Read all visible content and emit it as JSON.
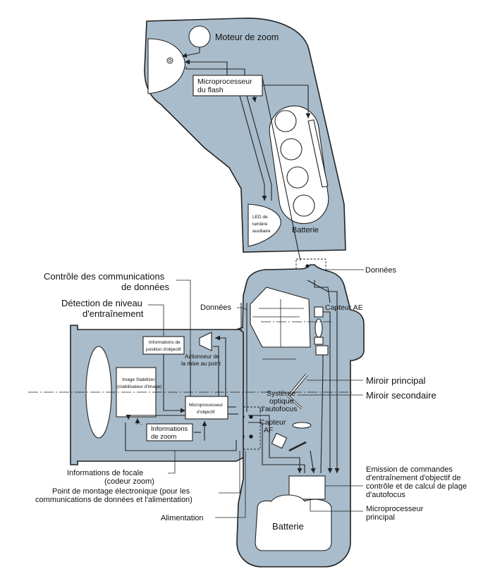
{
  "flash": {
    "zoom_motor": "Moteur de zoom",
    "flash_cpu_line1": "Microprocesseur",
    "flash_cpu_line2": "du flash",
    "led_line1": "LED de",
    "led_line2": "lumière",
    "led_line3": "auxiliaire",
    "battery": "Batterie"
  },
  "lens": {
    "image_stabilizer_line1": "Image Stabilizer",
    "image_stabilizer_line2": "(stabilisateur d'image)",
    "lens_position_line1": "Informations de",
    "lens_position_line2": "position d'objectif",
    "focus_actuator_line1": "Actionneur de",
    "focus_actuator_line2": "la mise au point",
    "lens_cpu_line1": "Microprocesseur",
    "lens_cpu_line2": "d'objectif",
    "zoom_info_line1": "Informations",
    "zoom_info_line2": "de zoom"
  },
  "camera": {
    "ae_sensor": "Capteur AE",
    "af_optics_line1": "Système",
    "af_optics_line2": "optique",
    "af_optics_line3": "d'autofocus",
    "af_sensor_line1": "Capteur",
    "af_sensor_line2": "AF",
    "battery": "Batterie"
  },
  "callouts": {
    "data_top": "Données",
    "data_left": "Données",
    "comm_control_line1": "Contrôle des communications",
    "comm_control_line2": "de données",
    "drive_level_line1": "Détection de niveau",
    "drive_level_line2": "d'entraînement",
    "main_mirror": "Miroir principal",
    "sub_mirror": "Miroir secondaire",
    "focal_info_line1": "Informations de focale",
    "focal_info_line2": "(codeur zoom)",
    "mount_line1": "Point de montage électronique (pour les",
    "mount_line2": "communications de données et l'alimentation)",
    "power": "Alimentation",
    "emission_line1": "Emission de commandes",
    "emission_line2": "d'entraînement d'objectif de",
    "emission_line3": "contrôle et de calcul de plage",
    "emission_line4": "d'autofocus",
    "main_cpu_line1": "Microprocesseur",
    "main_cpu_line2": "principal"
  }
}
